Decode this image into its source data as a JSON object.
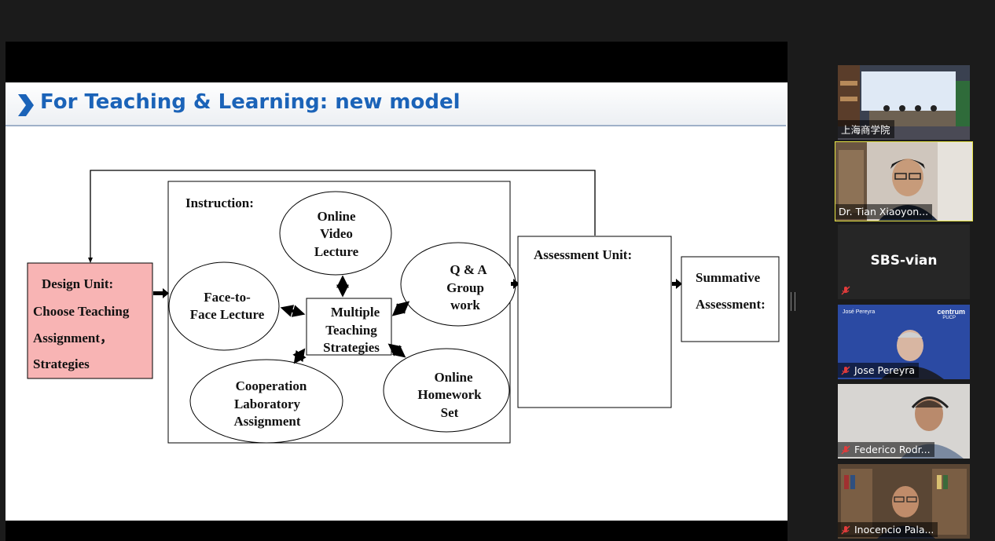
{
  "slide": {
    "title": "For Teaching & Learning: new model",
    "accent_color": "#1b63b8",
    "diagram": {
      "design_unit": {
        "heading": "Design Unit:",
        "lines": [
          "Choose Teaching",
          "Assignment，",
          "Strategies"
        ],
        "fill": "#f8b4b4"
      },
      "instruction_label": "Instruction:",
      "center_node": [
        "Multiple",
        "Teaching",
        "Strategies"
      ],
      "nodes": {
        "online_video": [
          "Online",
          "Video",
          "Lecture"
        ],
        "face_to_face": [
          "Face-to-",
          "Face Lecture"
        ],
        "qa_group": [
          "Q & A",
          "Group",
          "work"
        ],
        "cooperation": [
          "Cooperation",
          "Laboratory",
          "Assignment"
        ],
        "online_homework": [
          "Online",
          "Homework",
          "Set"
        ]
      },
      "assessment_unit": "Assessment Unit:",
      "summative": [
        "Summative",
        "Assessment:"
      ]
    }
  },
  "participants": [
    {
      "name": "上海商学院",
      "muted": false,
      "video": true,
      "active": false
    },
    {
      "name": "Dr. Tian Xiaoyon...",
      "muted": false,
      "video": true,
      "active": true
    },
    {
      "name": "SBS-vian",
      "muted": true,
      "video": false,
      "active": false
    },
    {
      "name": "Jose Pereyra",
      "muted": true,
      "video": true,
      "active": false,
      "overlay_top_left": "José Pereyra",
      "overlay_logo": "centrum",
      "overlay_logo_sub": "PUCP"
    },
    {
      "name": "Federico Rodr...",
      "muted": true,
      "video": true,
      "active": false
    },
    {
      "name": "Inocencio Pala...",
      "muted": true,
      "video": true,
      "active": false
    }
  ],
  "icons": {
    "mute": "muted-microphone-icon",
    "slide_bullet": "chevron-right-icon"
  }
}
